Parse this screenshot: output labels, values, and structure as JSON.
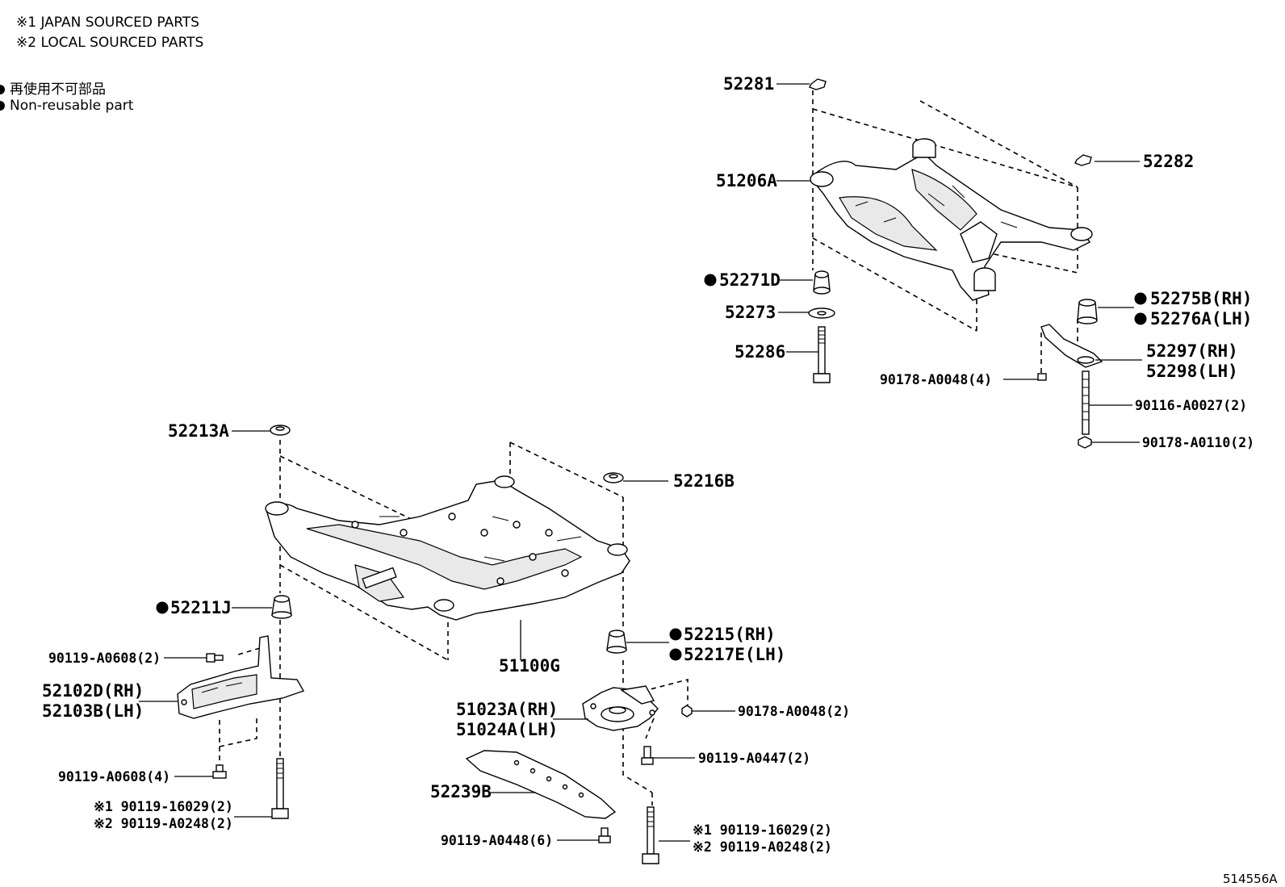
{
  "notes": {
    "japan": "※1  JAPAN SOURCED PARTS",
    "local": "※2  LOCAL SOURCED PARTS",
    "nonreusable_jp": "再使用不可部品",
    "nonreusable_en": "Non-reusable part"
  },
  "labels": {
    "p52281": "52281",
    "p51206A": "51206A",
    "p52282": "52282",
    "p52271D": "52271D",
    "p52273": "52273",
    "p52286": "52286",
    "p52275B": "52275B(RH)",
    "p52276A": "52276A(LH)",
    "p52297": "52297(RH)",
    "p52298": "52298(LH)",
    "p90178_A0048_4": "90178-A0048(4)",
    "p90116_A0027": "90116-A0027(2)",
    "p90178_A0110": "90178-A0110(2)",
    "p52213A": "52213A",
    "p52216B": "52216B",
    "p52211J": "52211J",
    "p51100G": "51100G",
    "p52215": "52215(RH)",
    "p52217E": "52217E(LH)",
    "p90119_A0608_2": "90119-A0608(2)",
    "p52102D": "52102D(RH)",
    "p52103B": "52103B(LH)",
    "p51023A": "51023A(RH)",
    "p51024A": "51024A(LH)",
    "p90178_A0048_2": "90178-A0048(2)",
    "p90119_A0447": "90119-A0447(2)",
    "p90119_A0608_4": "90119-A0608(4)",
    "p90119_16029_L": "※1 90119-16029(2)",
    "p90119_A0248_L": "※2 90119-A0248(2)",
    "p52239B": "52239B",
    "p90119_A0448": "90119-A0448(6)",
    "p90119_16029_R": "※1 90119-16029(2)",
    "p90119_A0248_R": "※2 90119-A0248(2)",
    "code": "514556A"
  }
}
